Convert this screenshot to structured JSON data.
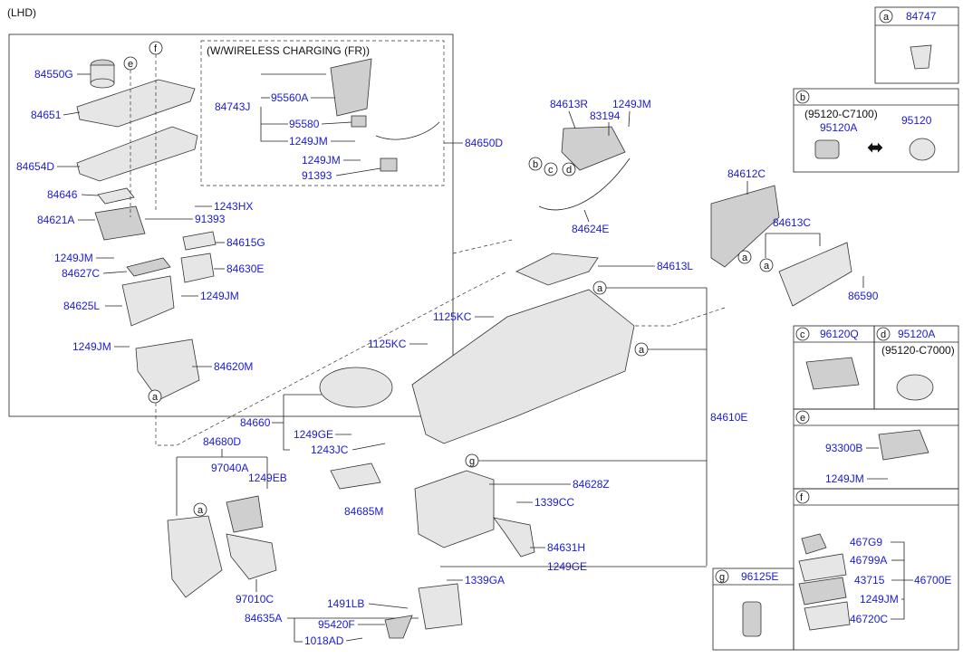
{
  "title": "(LHD)",
  "group_headings": {
    "wireless": "(W/WIRELESS CHARGING (FR))"
  },
  "labels": {
    "p84550G": "84550G",
    "p84651": "84651",
    "p84654D": "84654D",
    "p84646": "84646",
    "p84621A": "84621A",
    "p1249JM_a": "1249JM",
    "p84627C": "84627C",
    "p84625L": "84625L",
    "p1249JM_b": "1249JM",
    "p84620M": "84620M",
    "p1243HX": "1243HX",
    "p91393_a": "91393",
    "p84615G": "84615G",
    "p84630E": "84630E",
    "p1249JM_c": "1249JM",
    "p84743J": "84743J",
    "p95560A": "95560A",
    "p95580": "95580",
    "p1249JM_d": "1249JM",
    "p1249JM_e": "1249JM",
    "p91393_b": "91393",
    "p84650D": "84650D",
    "p84613R": "84613R",
    "p1249JM_f": "1249JM",
    "p83194": "83194",
    "p84624E": "84624E",
    "p84612C": "84612C",
    "p84613C": "84613C",
    "p86590": "86590",
    "p84613L": "84613L",
    "p1125KC_a": "1125KC",
    "p1125KC_b": "1125KC",
    "p84610E": "84610E",
    "p84660": "84660",
    "p1249GE_a": "1249GE",
    "p1243JC": "1243JC",
    "p84685M": "84685M",
    "p84680D": "84680D",
    "p97040A": "97040A",
    "p1249EB": "1249EB",
    "p97010C": "97010C",
    "p84628Z": "84628Z",
    "p1339CC": "1339CC",
    "p84631H": "84631H",
    "p1249GE_b": "1249GE",
    "p1339GA": "1339GA",
    "p1491LB": "1491LB",
    "p84635A": "84635A",
    "p95420F": "95420F",
    "p1018AD": "1018AD"
  },
  "circle_letters": {
    "e": "e",
    "f": "f",
    "a": "a",
    "b": "b",
    "c": "c",
    "d": "d",
    "g": "g"
  },
  "side_panels": {
    "a": {
      "letter": "a",
      "part": "84747"
    },
    "b": {
      "letter": "b",
      "sub": "(95120-C7100)",
      "part_left": "95120A",
      "part_right": "95120",
      "arrow": "⬌"
    },
    "c": {
      "letter": "c",
      "part": "96120Q"
    },
    "d": {
      "letter": "d",
      "part": "95120A",
      "sub": "(95120-C7000)"
    },
    "e": {
      "letter": "e",
      "part": "93300B",
      "bolt": "1249JM"
    },
    "f": {
      "letter": "f",
      "items": [
        "467G9",
        "46799A",
        "43715",
        "1249JM",
        "46720C"
      ],
      "assy": "46700E"
    },
    "g": {
      "letter": "g",
      "part": "96125E"
    }
  }
}
